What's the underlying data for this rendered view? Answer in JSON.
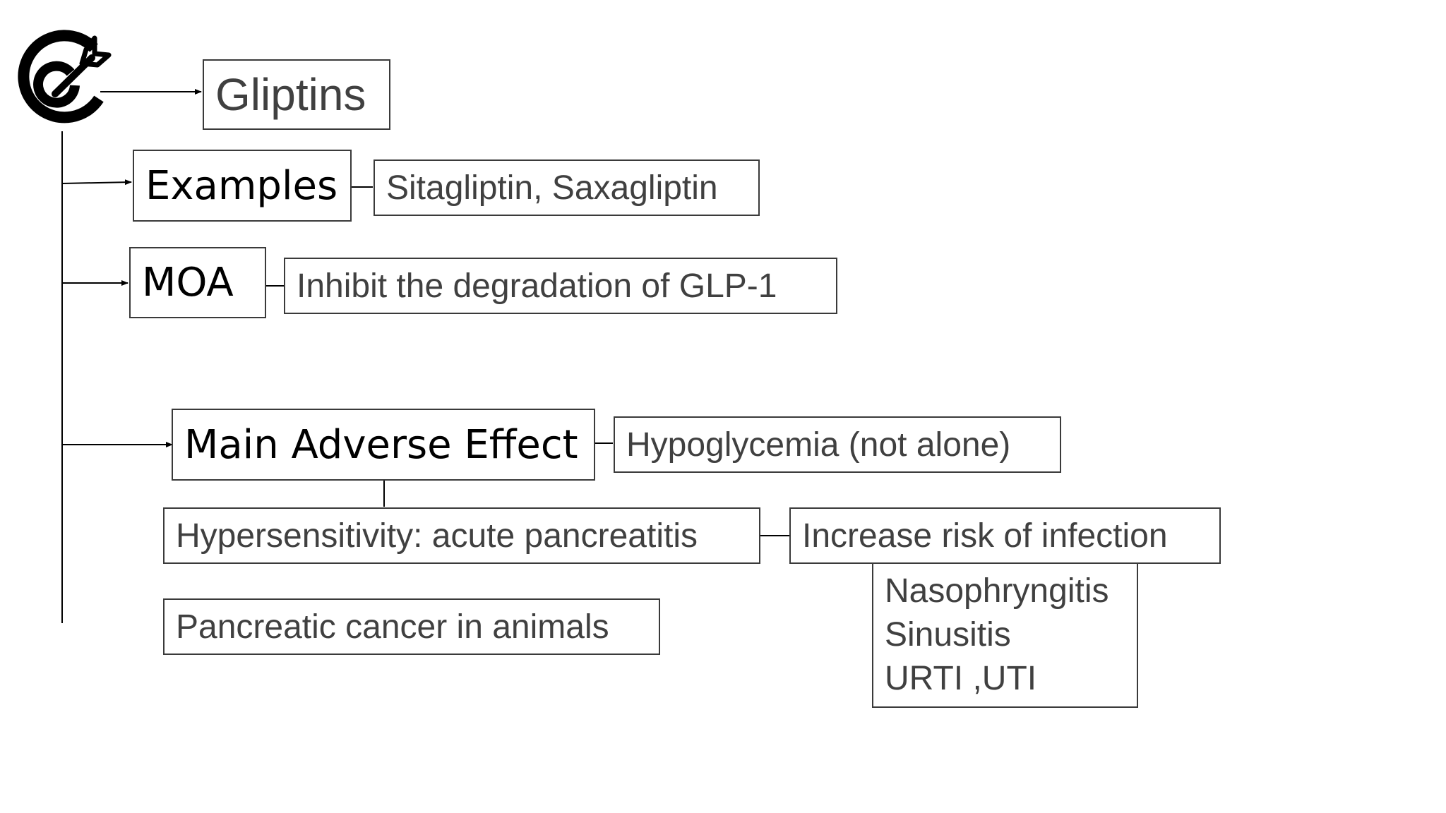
{
  "title": "Gliptins",
  "examples": {
    "label": "Examples",
    "value": "Sitagliptin, Saxagliptin"
  },
  "moa": {
    "label": "MOA",
    "value": "Inhibit the degradation of GLP-1"
  },
  "adverse": {
    "label": "Main Adverse Effect",
    "hypoglycemia": "Hypoglycemia (not alone)",
    "hypersensitivity": "Hypersensitivity: acute pancreatitis",
    "infection": "Increase risk of infection",
    "infection_list": [
      "Nasophryngitis",
      "Sinusitis",
      "URTI ,UTI"
    ],
    "cancer": "Pancreatic cancer in animals"
  },
  "icon": "target-arrow-icon",
  "colors": {
    "line": "#000000",
    "text": "#404040",
    "heading": "#000000"
  }
}
